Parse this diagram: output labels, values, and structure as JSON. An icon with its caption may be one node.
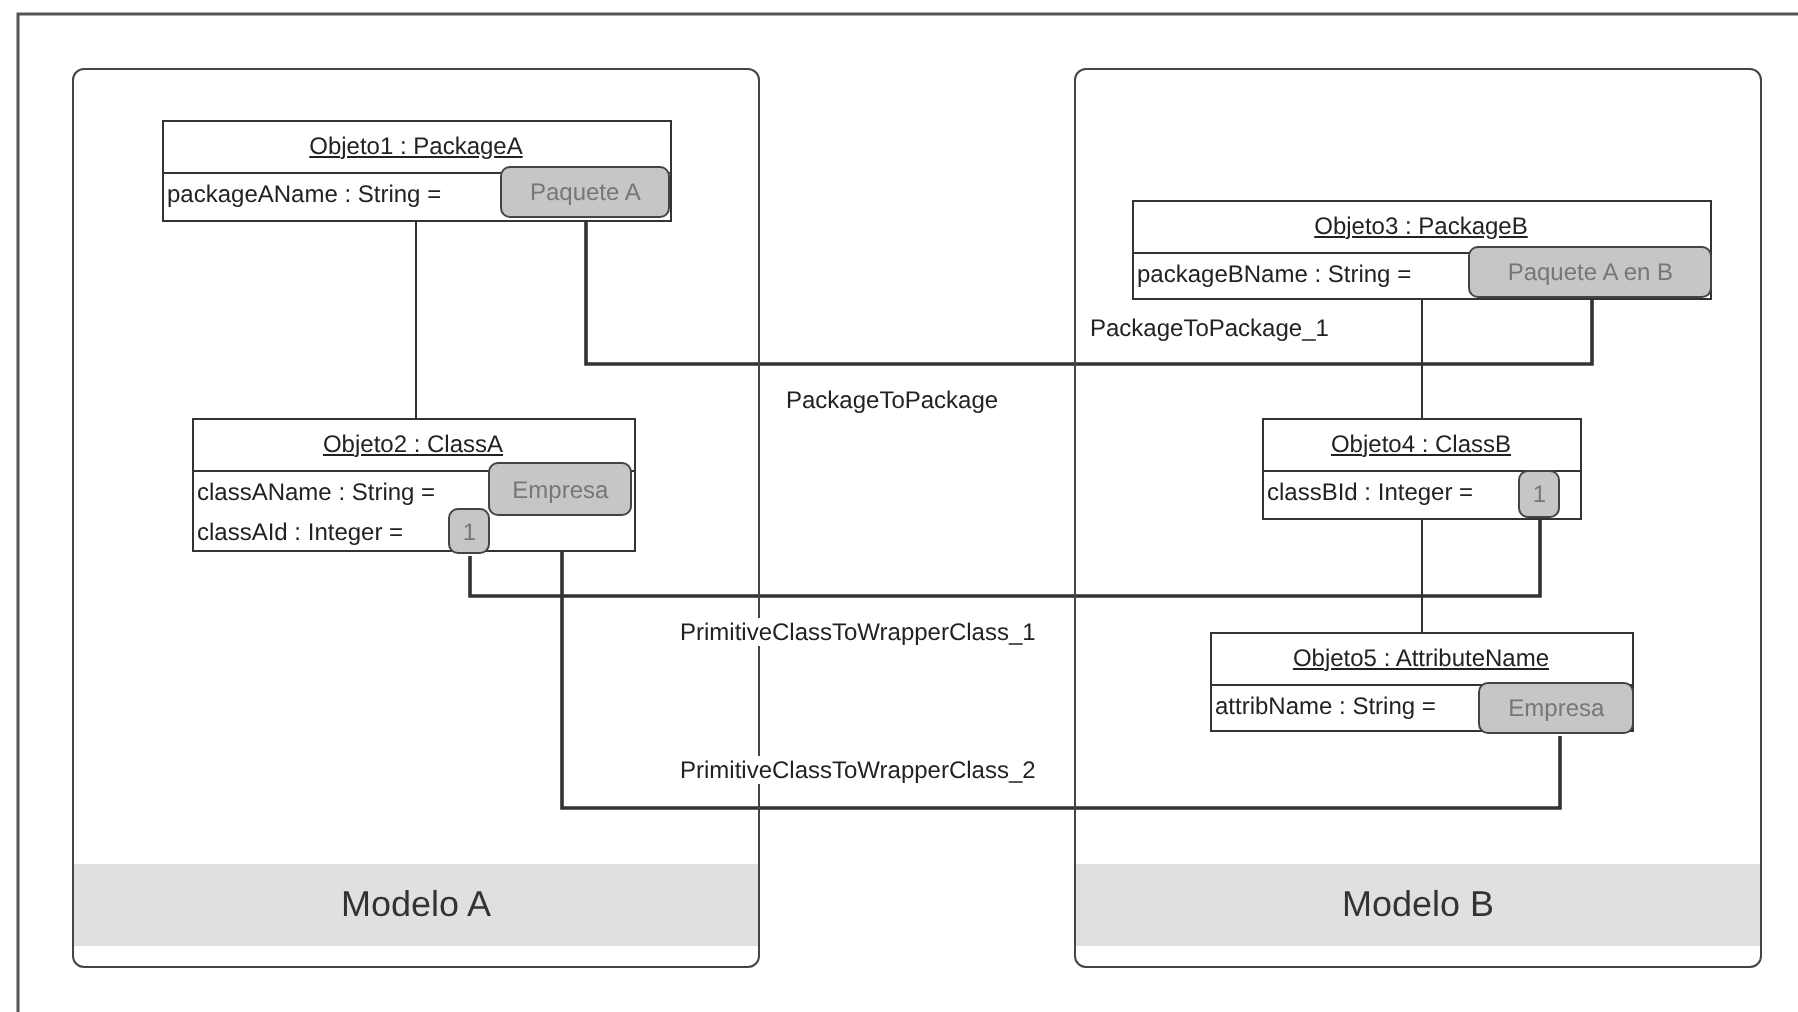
{
  "diagram": {
    "nodes": [
      {
        "text": [
          "Modelo A"
        ]
      },
      {
        "text": [
          "Objeto1 : PackageA",
          "packageAName : String ="
        ],
        "in": 0
      },
      {
        "text": [
          "Paquete A"
        ],
        "in": 1
      },
      {
        "text": [
          "Objeto2 : ClassA",
          "classAName : String =",
          "classAId : Integer ="
        ],
        "in": 0
      },
      {
        "text": [
          "Empresa"
        ],
        "in": 3
      },
      {
        "text": [
          "1"
        ],
        "in": 3
      },
      {
        "text": [
          "Modelo B"
        ]
      },
      {
        "text": [
          "Objeto3 : PackageB",
          "packageBName : String ="
        ],
        "in": 6
      },
      {
        "text": [
          "Paquete A en B"
        ],
        "in": 7
      },
      {
        "text": [
          "Objeto4 : ClassB",
          "classBId : Integer ="
        ],
        "in": 6
      },
      {
        "text": [
          "1"
        ],
        "in": 9
      },
      {
        "text": [
          "Objeto5 : AttributeName",
          "attribName : String ="
        ],
        "in": 6
      },
      {
        "text": [
          "Empresa"
        ],
        "in": 11
      }
    ],
    "edges": [
      {
        "from": 1,
        "to": 3,
        "arrow": "none"
      },
      {
        "from": 2,
        "to": 8,
        "arrow": "none",
        "label": "PackageToPackage"
      },
      {
        "from": 5,
        "to": 10,
        "arrow": "none",
        "label": "PrimitiveClassToWrapperClass_1"
      },
      {
        "from": 4,
        "to": 12,
        "arrow": "none",
        "label": "PrimitiveClassToWrapperClass_2"
      },
      {
        "from": 7,
        "to": 9,
        "arrow": "none"
      },
      {
        "from": 9,
        "to": 11,
        "arrow": "none"
      }
    ],
    "labels": [
      "PackageToPackage_1"
    ]
  }
}
